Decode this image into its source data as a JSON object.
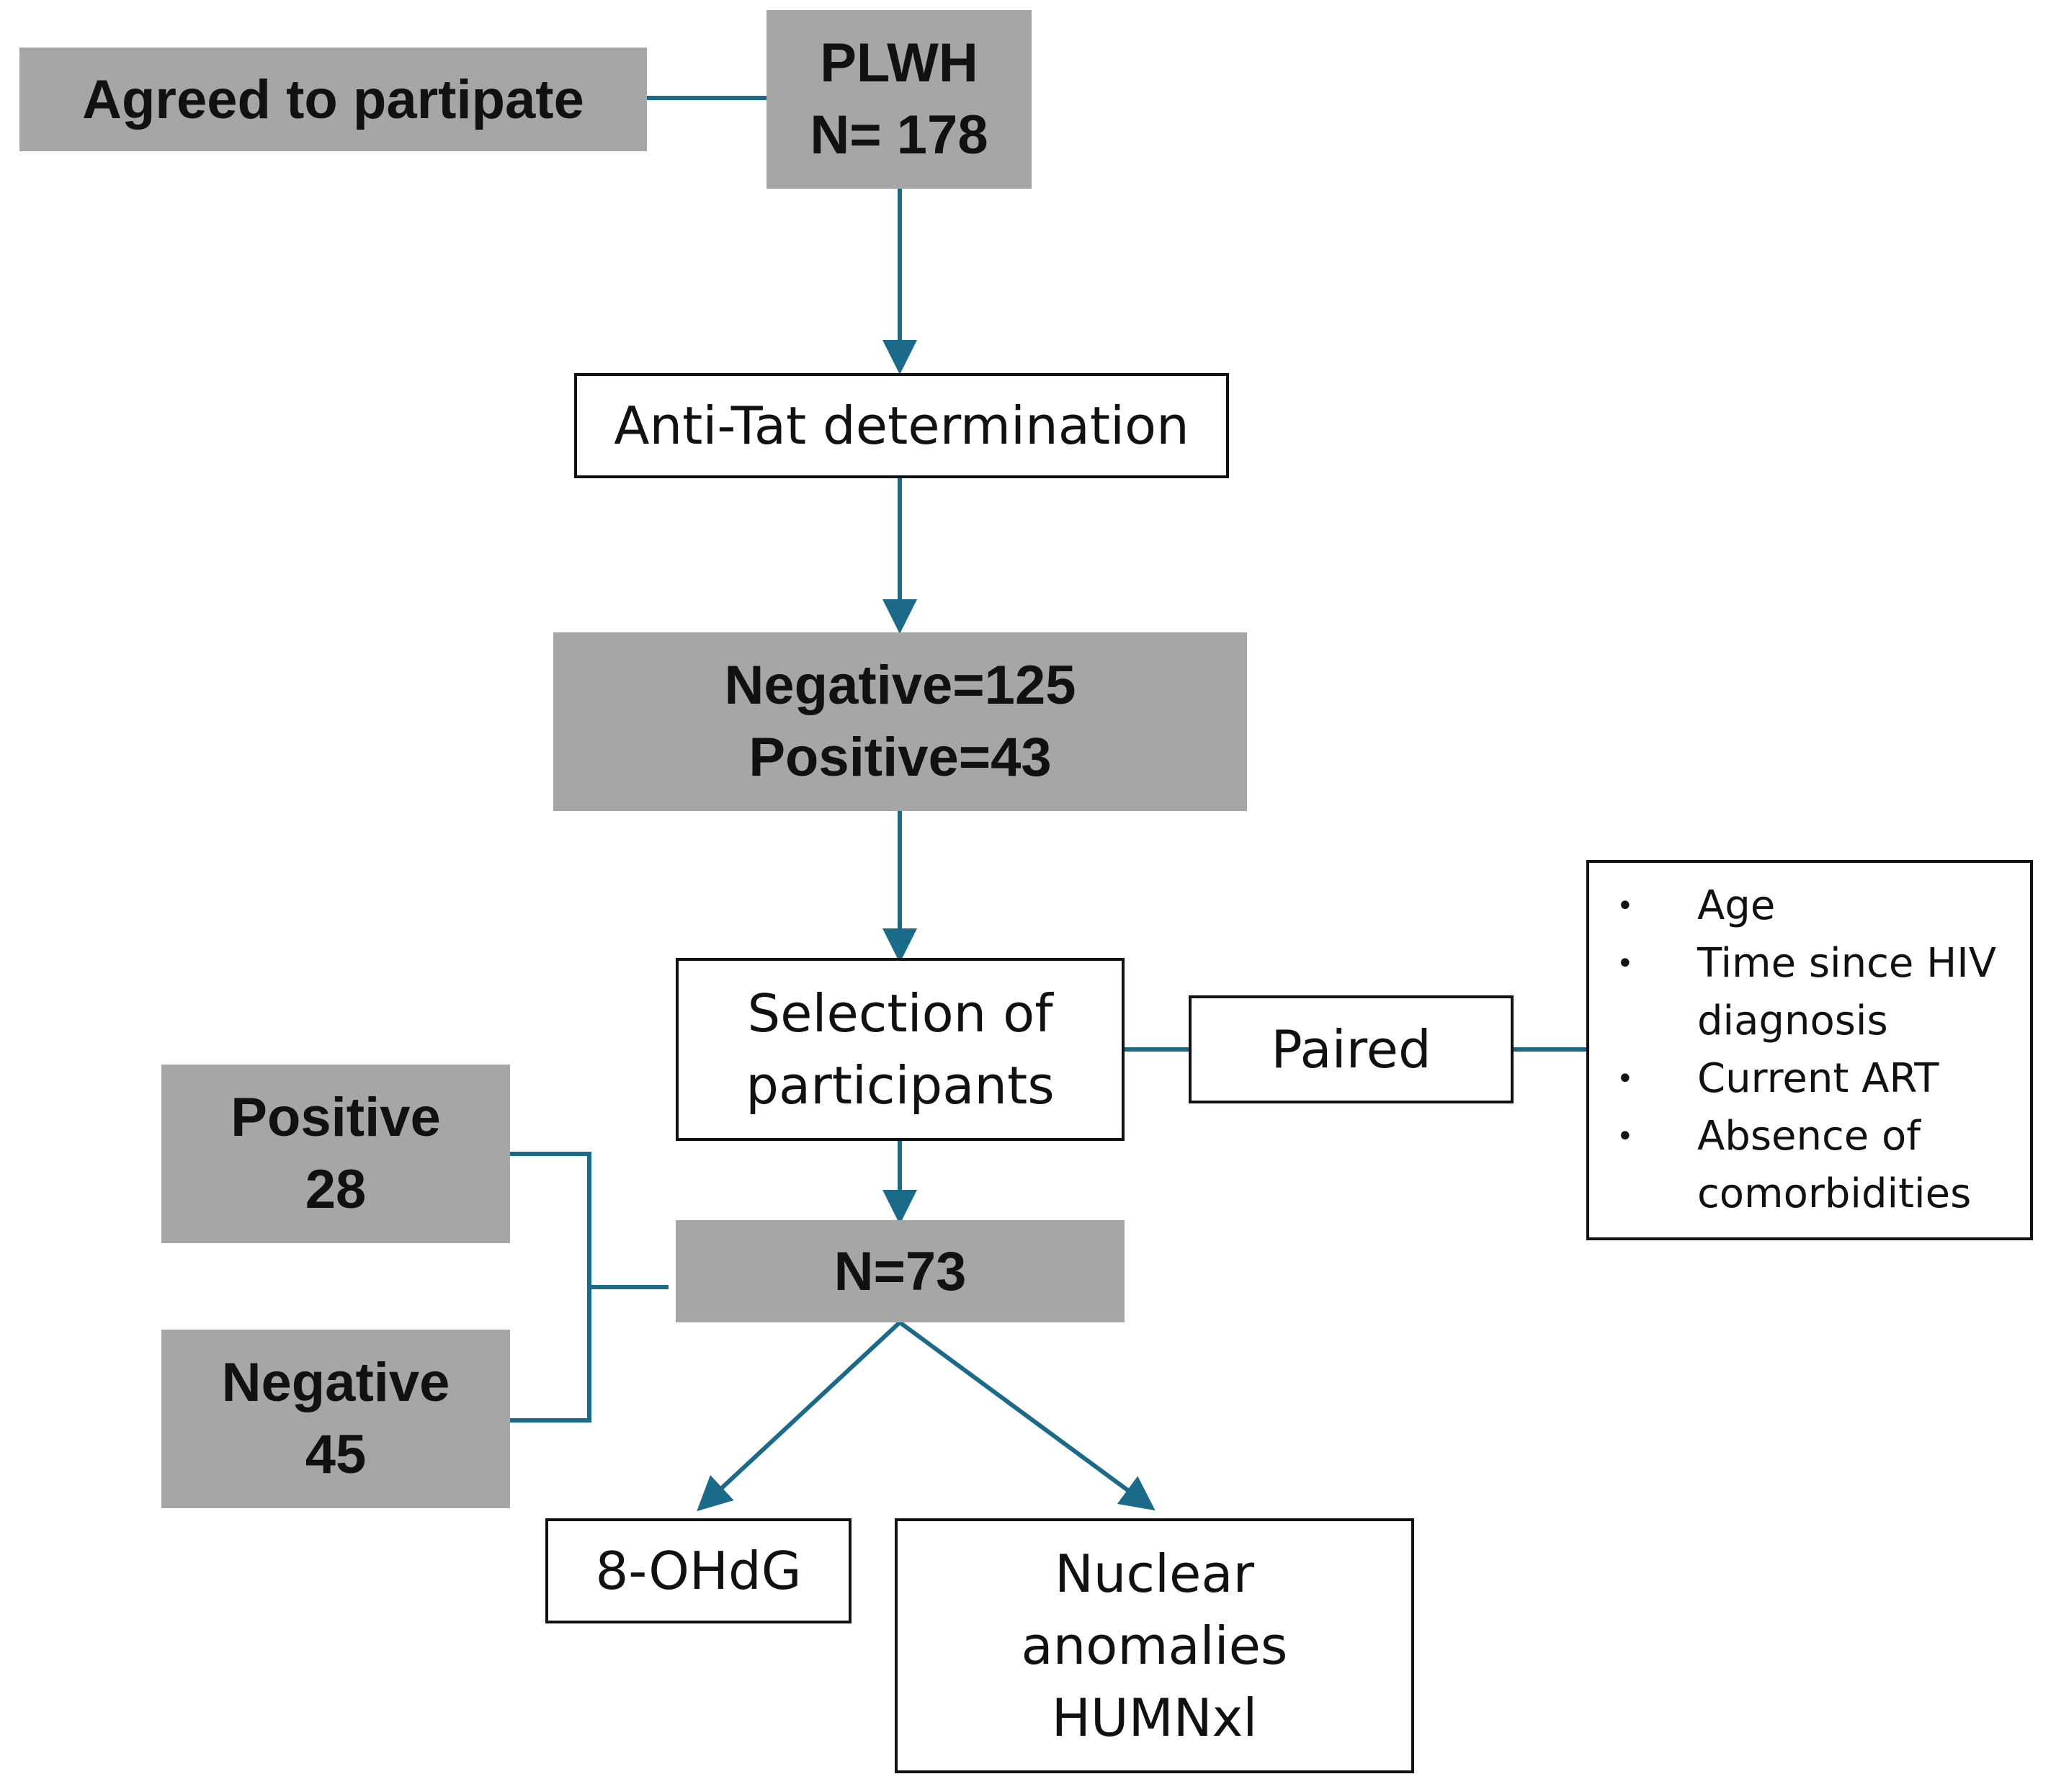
{
  "diagram": {
    "nodes": {
      "agreed": {
        "lines": [
          "Agreed to partipate"
        ]
      },
      "plwh": {
        "lines": [
          "PLWH",
          "N= 178"
        ]
      },
      "anti_tat": {
        "lines": [
          "Anti-Tat determination"
        ]
      },
      "neg_pos": {
        "lines": [
          "Negative=125",
          "Positive=43"
        ]
      },
      "selection": {
        "lines": [
          "Selection of",
          "participants"
        ]
      },
      "paired": {
        "lines": [
          "Paired"
        ]
      },
      "criteria": {
        "items": [
          "Age",
          "Time since HIV diagnosis",
          "Current ART",
          "Absence of comorbidities"
        ]
      },
      "positive": {
        "lines": [
          "Positive",
          "28"
        ]
      },
      "negative": {
        "lines": [
          "Negative",
          "45"
        ]
      },
      "n73": {
        "lines": [
          "N=73"
        ]
      },
      "ohdg": {
        "lines": [
          "8-OHdG"
        ]
      },
      "nuclear": {
        "lines": [
          "Nuclear",
          "anomalies",
          "HUMNxl"
        ]
      }
    },
    "colors": {
      "grey_box": "#a6a6a6",
      "connector": "#1b6a8a",
      "border": "#111111"
    }
  }
}
